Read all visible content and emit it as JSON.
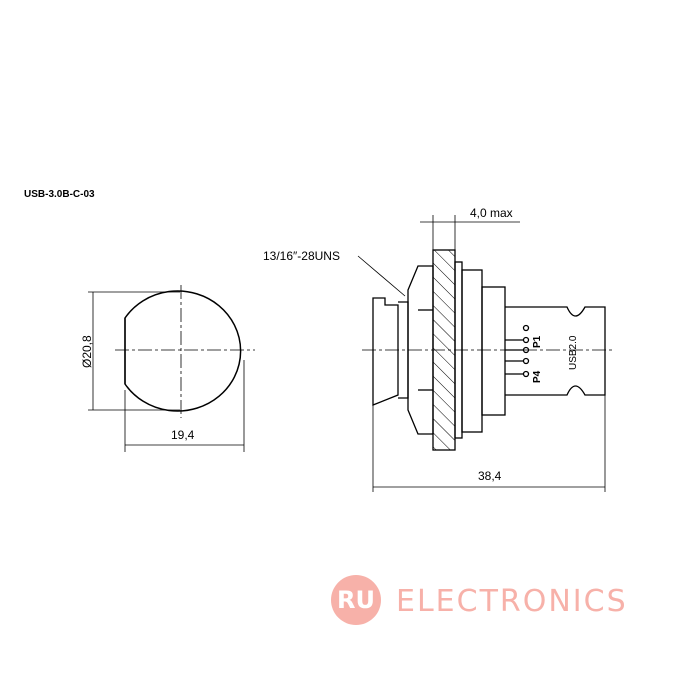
{
  "drawing": {
    "part_number": "USB-3.0B-C-03",
    "dimensions": {
      "diameter": "Ø20,8",
      "front_width": "19,4",
      "thread": "13/16″-28UNS",
      "panel_thickness": "4,0 max",
      "overall_length": "38,4"
    },
    "pin_labels": {
      "first": "P1",
      "last": "P4"
    },
    "board_label": "USB2.0"
  },
  "logo": {
    "badge": "RU",
    "text": "ELECTRONICS",
    "color": "#f7b1a9"
  }
}
